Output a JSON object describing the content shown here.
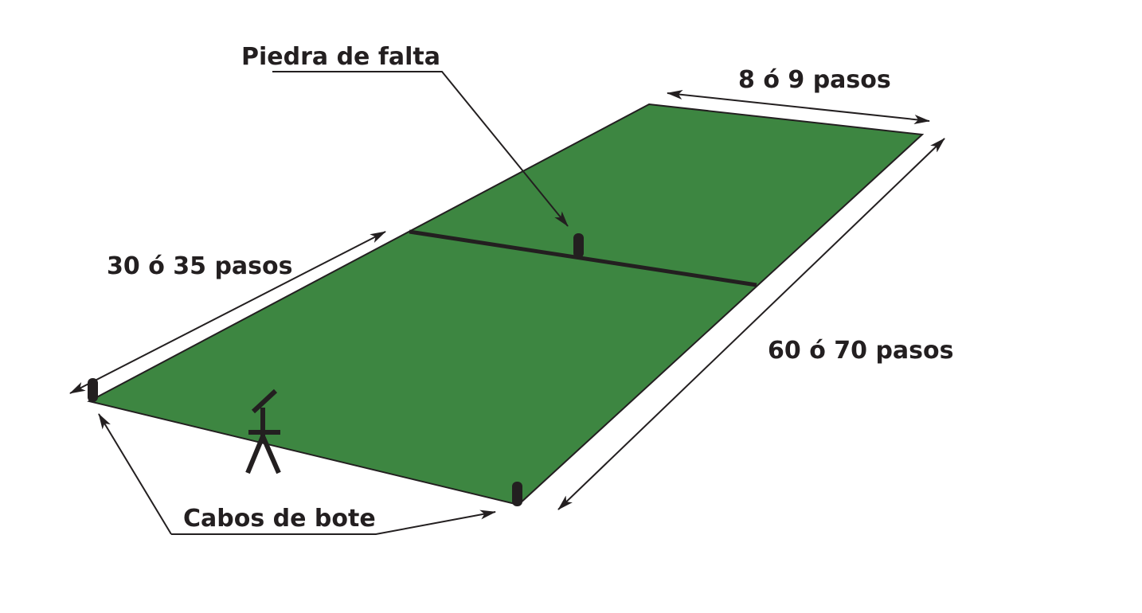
{
  "labels": {
    "foul_stone": "Piedra de falta",
    "width": "8 ó 9 pasos",
    "half_length": "30 ó 35 pasos",
    "full_length": "60 ó 70 pasos",
    "throw_ends": "Cabos de bote"
  },
  "colors": {
    "field": "#3d8641",
    "outline": "#231f20",
    "background": "#ffffff"
  }
}
